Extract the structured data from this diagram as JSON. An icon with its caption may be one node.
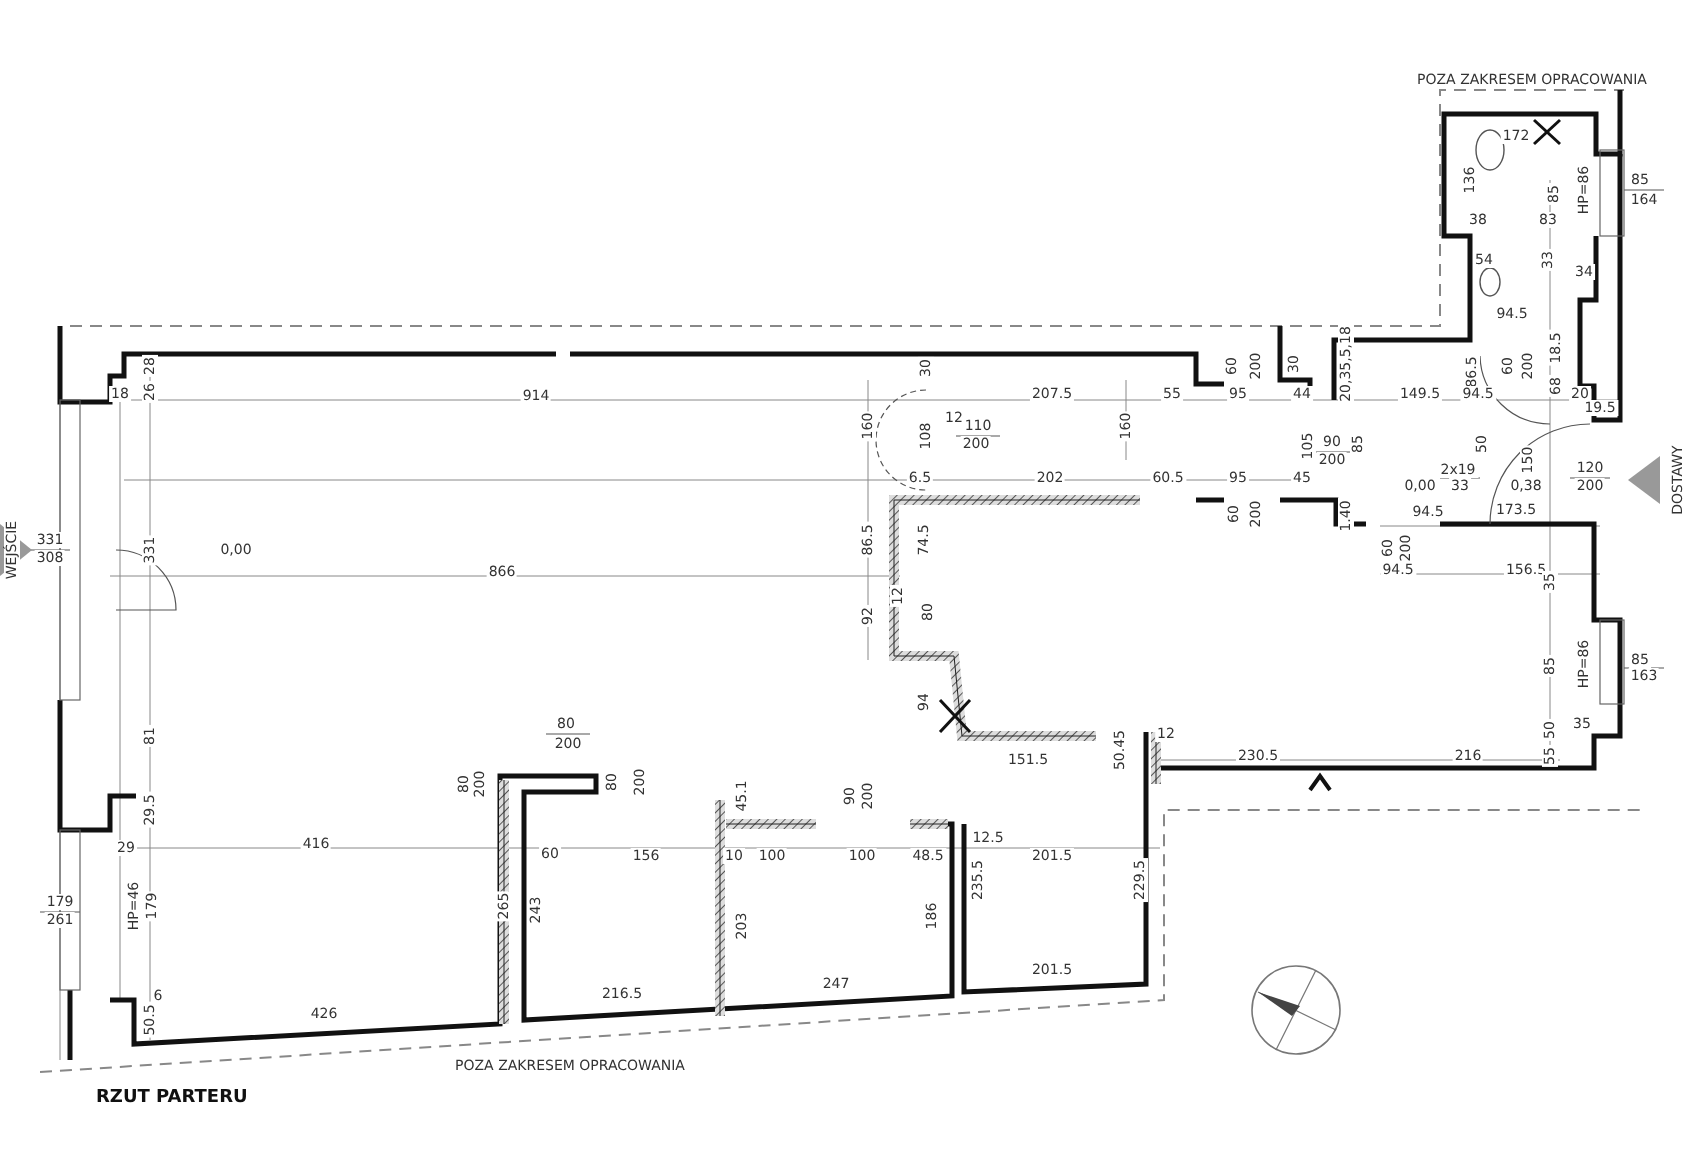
{
  "diagram": {
    "title": "RZUT PARTERU",
    "labels": [
      "POZA ZAKRESEM OPRACOWANIA",
      "172",
      "136",
      "85",
      "HP=86",
      "85",
      "164",
      "38",
      "83",
      "54",
      "33",
      "34",
      "94.5",
      "18.5",
      "86.5",
      "60",
      "200",
      "28",
      "18",
      "26",
      "914",
      "30",
      "207.5",
      "60",
      "200",
      "30",
      "20,35,5,18",
      "55",
      "95",
      "44",
      "149.5",
      "94.5",
      "68",
      "20",
      "19.5",
      "160",
      "12",
      "108",
      "110",
      "200",
      "160",
      "105",
      "90",
      "200",
      "85",
      "50",
      "150",
      "120",
      "200",
      "DOSTAWY",
      "6.5",
      "202",
      "60.5",
      "95",
      "45",
      "0,00",
      "2x19",
      "33",
      "0,38",
      "WEJŚCIE",
      "331",
      "308",
      "331",
      "0,00",
      "866",
      "60",
      "200",
      "1.40",
      "60",
      "200",
      "94.5",
      "173.5",
      "86.5",
      "74.5",
      "94.5",
      "156.5",
      "35",
      "92",
      "12",
      "80",
      "85",
      "HP=86",
      "85",
      "163",
      "94",
      "80",
      "200",
      "50",
      "35",
      "81",
      "12",
      "151.5",
      "50.45",
      "230.5",
      "216",
      "55",
      "80",
      "200",
      "80",
      "200",
      "45.1",
      "90",
      "200",
      "29.5",
      "29",
      "416",
      "60",
      "156",
      "10",
      "100",
      "100",
      "48.5",
      "12.5",
      "201.5",
      "235.5",
      "229.5",
      "179",
      "261",
      "HP=46",
      "179",
      "265",
      "243",
      "203",
      "186",
      "50.5",
      "6",
      "426",
      "216.5",
      "247",
      "201.5",
      "POZA ZAKRESEM OPRACOWANIA"
    ]
  }
}
